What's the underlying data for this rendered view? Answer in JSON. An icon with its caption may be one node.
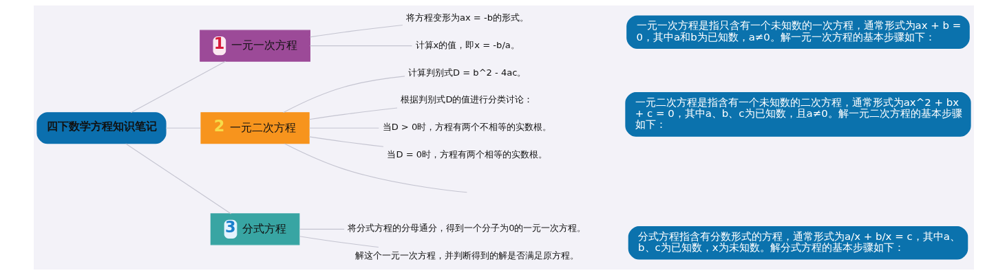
{
  "diagram": {
    "nodes": [
      {
        "text": [
          "四下数学方程知识笔记"
        ]
      },
      {
        "text": [
          "1",
          "一元一次方程"
        ]
      },
      {
        "text": [
          "将方程变形为ax = -b的形式。"
        ]
      },
      {
        "text": [
          "计算x的值，即x = -b/a。"
        ]
      },
      {
        "text": [
          "一元一次方程是指只含有一个未知数的一次方程，通常形式为ax + b = 0，其中a和b为已知数，a≠0。解一元一次方程的基本步骤如下："
        ]
      },
      {
        "text": [
          "2",
          "一元二次方程"
        ]
      },
      {
        "text": [
          "计算判别式D = b^2 - 4ac。"
        ]
      },
      {
        "text": [
          "根据判别式D的值进行分类讨论："
        ]
      },
      {
        "text": [
          "当D > 0时，方程有两个不相等的实数根。"
        ]
      },
      {
        "text": [
          "当D = 0时，方程有两个相等的实数根。"
        ]
      },
      {
        "text": [
          "一元二次方程是指含有一个未知数的二次方程，通常形式为ax^2 + bx + c = 0，其中a、b、c为已知数，且a≠0。解一元二次方程的基本步骤如下："
        ]
      },
      {
        "text": [
          "3",
          "分式方程"
        ]
      },
      {
        "text": [
          "将分式方程的分母通分，得到一个分子为0的一元一次方程。"
        ]
      },
      {
        "text": [
          "解这个一元一次方程，并判断得到的解是否满足原方程。"
        ]
      },
      {
        "text": [
          "分式方程指含有分数形式的方程，通常形式为a/x + b/x = c，其中a、b、c为已知数，x为未知数。解分式方程的基本步骤如下："
        ]
      }
    ],
    "edges": [
      {
        "from": 0,
        "to": 1,
        "arrow": "none"
      },
      {
        "from": 0,
        "to": 5,
        "arrow": "none"
      },
      {
        "from": 0,
        "to": 11,
        "arrow": "none"
      },
      {
        "from": 1,
        "to": 2,
        "arrow": "none"
      },
      {
        "from": 1,
        "to": 3,
        "arrow": "none"
      },
      {
        "from": 5,
        "to": 6,
        "arrow": "none"
      },
      {
        "from": 5,
        "to": 7,
        "arrow": "none"
      },
      {
        "from": 5,
        "to": 8,
        "arrow": "none"
      },
      {
        "from": 5,
        "to": 9,
        "arrow": "none"
      },
      {
        "from": 5,
        "to": null,
        "arrow": "none"
      },
      {
        "from": 11,
        "to": 12,
        "arrow": "none"
      },
      {
        "from": 11,
        "to": 13,
        "arrow": "none"
      }
    ]
  }
}
